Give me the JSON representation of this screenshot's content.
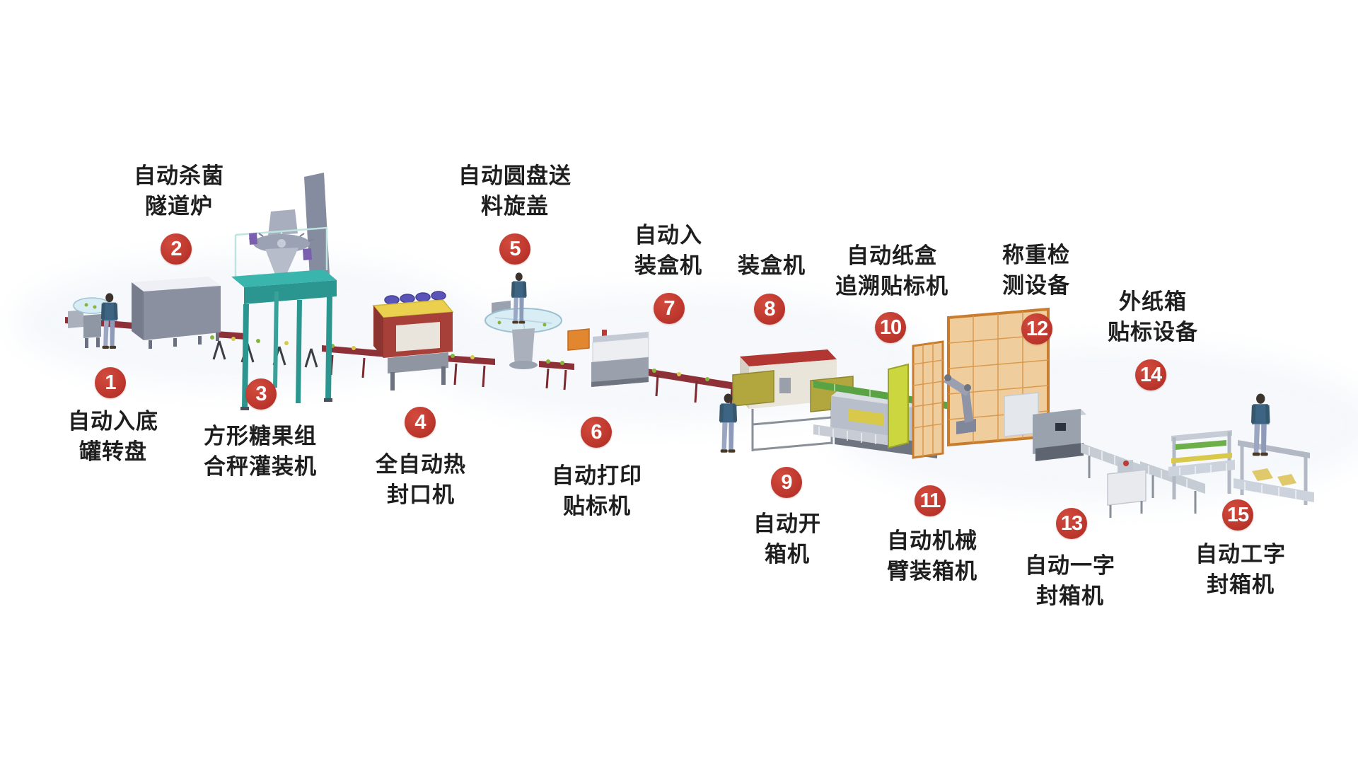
{
  "diagram": {
    "title": "automatic-canning-packaging-line",
    "accent_color": "#c0392f",
    "text_color": "#1e1e1e",
    "stations": [
      {
        "num": "1",
        "l1": "自动入底",
        "l2": "罐转盘"
      },
      {
        "num": "2",
        "l1": "自动杀菌",
        "l2": "隧道炉"
      },
      {
        "num": "3",
        "l1": "方形糖果组",
        "l2": "合秤灌装机"
      },
      {
        "num": "4",
        "l1": "全自动热",
        "l2": "封口机"
      },
      {
        "num": "5",
        "l1": "自动圆盘送",
        "l2": "料旋盖"
      },
      {
        "num": "6",
        "l1": "自动打印",
        "l2": "贴标机"
      },
      {
        "num": "7",
        "l1": "自动入",
        "l2": "装盒机"
      },
      {
        "num": "8",
        "l1": "装盒机",
        "l2": ""
      },
      {
        "num": "9",
        "l1": "自动开",
        "l2": "箱机"
      },
      {
        "num": "10",
        "l1": "自动纸盒",
        "l2": "追溯贴标机"
      },
      {
        "num": "11",
        "l1": "自动机械",
        "l2": "臂装箱机"
      },
      {
        "num": "12",
        "l1": "称重检",
        "l2": "测设备"
      },
      {
        "num": "13",
        "l1": "自动一字",
        "l2": "封箱机"
      },
      {
        "num": "14",
        "l1": "外纸箱",
        "l2": "贴标设备"
      },
      {
        "num": "15",
        "l1": "自动工字",
        "l2": "封箱机"
      }
    ]
  }
}
